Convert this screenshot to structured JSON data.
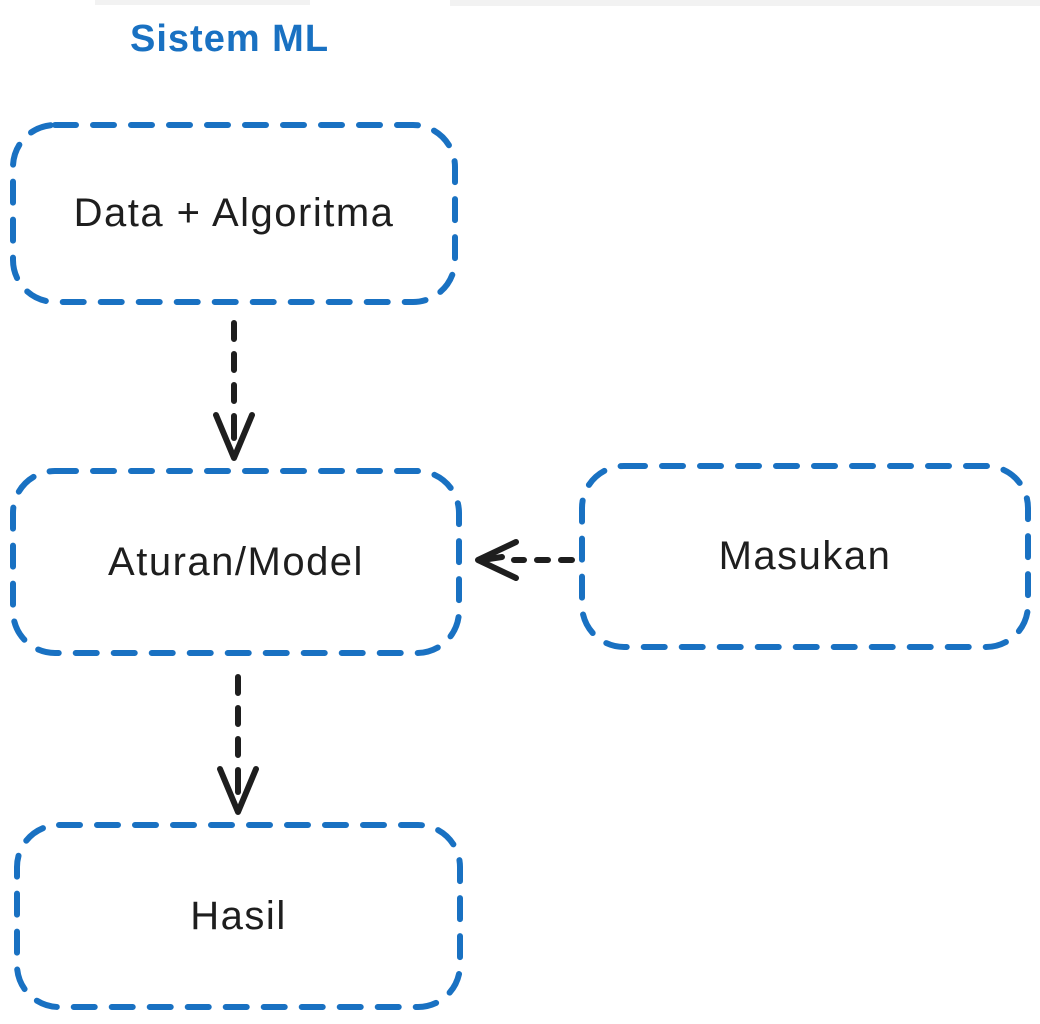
{
  "diagram": {
    "title": "Sistem ML",
    "nodes": [
      {
        "id": "data-algoritma",
        "label": "Data + Algoritma"
      },
      {
        "id": "aturan-model",
        "label": "Aturan/Model"
      },
      {
        "id": "masukan",
        "label": "Masukan"
      },
      {
        "id": "hasil",
        "label": "Hasil"
      }
    ],
    "edges": [
      {
        "id": "data-to-aturan",
        "from": "Data + Algoritma",
        "to": "Aturan/Model",
        "style": "dashed",
        "direction": "down"
      },
      {
        "id": "masukan-to-aturan",
        "from": "Masukan",
        "to": "Aturan/Model",
        "style": "dashed",
        "direction": "left"
      },
      {
        "id": "aturan-to-hasil",
        "from": "Aturan/Model",
        "to": "Hasil",
        "style": "dashed",
        "direction": "down"
      }
    ],
    "colors": {
      "node_border": "#1971c2",
      "node_label": "#1e1e1e",
      "arrow": "#1e1e1e",
      "title": "#1971c2",
      "background": "#ffffff"
    }
  }
}
